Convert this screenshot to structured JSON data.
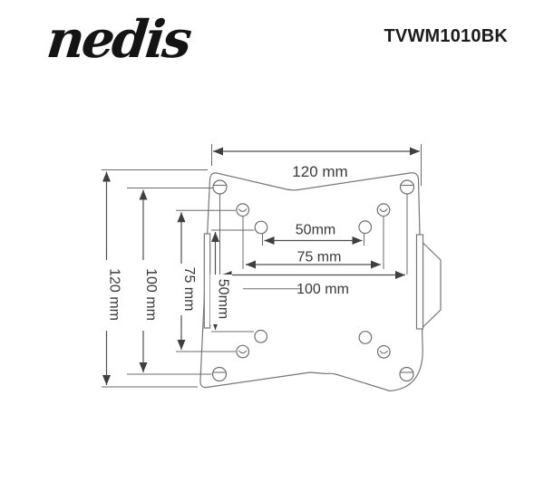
{
  "brand": {
    "logo_text": "nedis",
    "product_code": "TVWM1010BK"
  },
  "diagram": {
    "type": "technical-drawing",
    "subject": "TV wall-mount bracket plate, front view with VESA hole pattern",
    "unit": "mm",
    "labels": {
      "h120": "120 mm",
      "h50": "50mm",
      "h75": "75 mm",
      "h100": "100 mm",
      "v120": "120 mm",
      "v100": "100 mm",
      "v75": "75 mm",
      "v50": "50mm"
    },
    "summary": {
      "overall_width_mm": 120,
      "overall_height_mm": 120,
      "vesa_hole_spacings_mm": [
        50,
        75,
        100
      ]
    },
    "colors": {
      "background": "#ffffff",
      "outline": "#777777",
      "dimension_line": "#4f4f4f",
      "label_text": "#3a3a3a",
      "ink": "#141414"
    }
  }
}
